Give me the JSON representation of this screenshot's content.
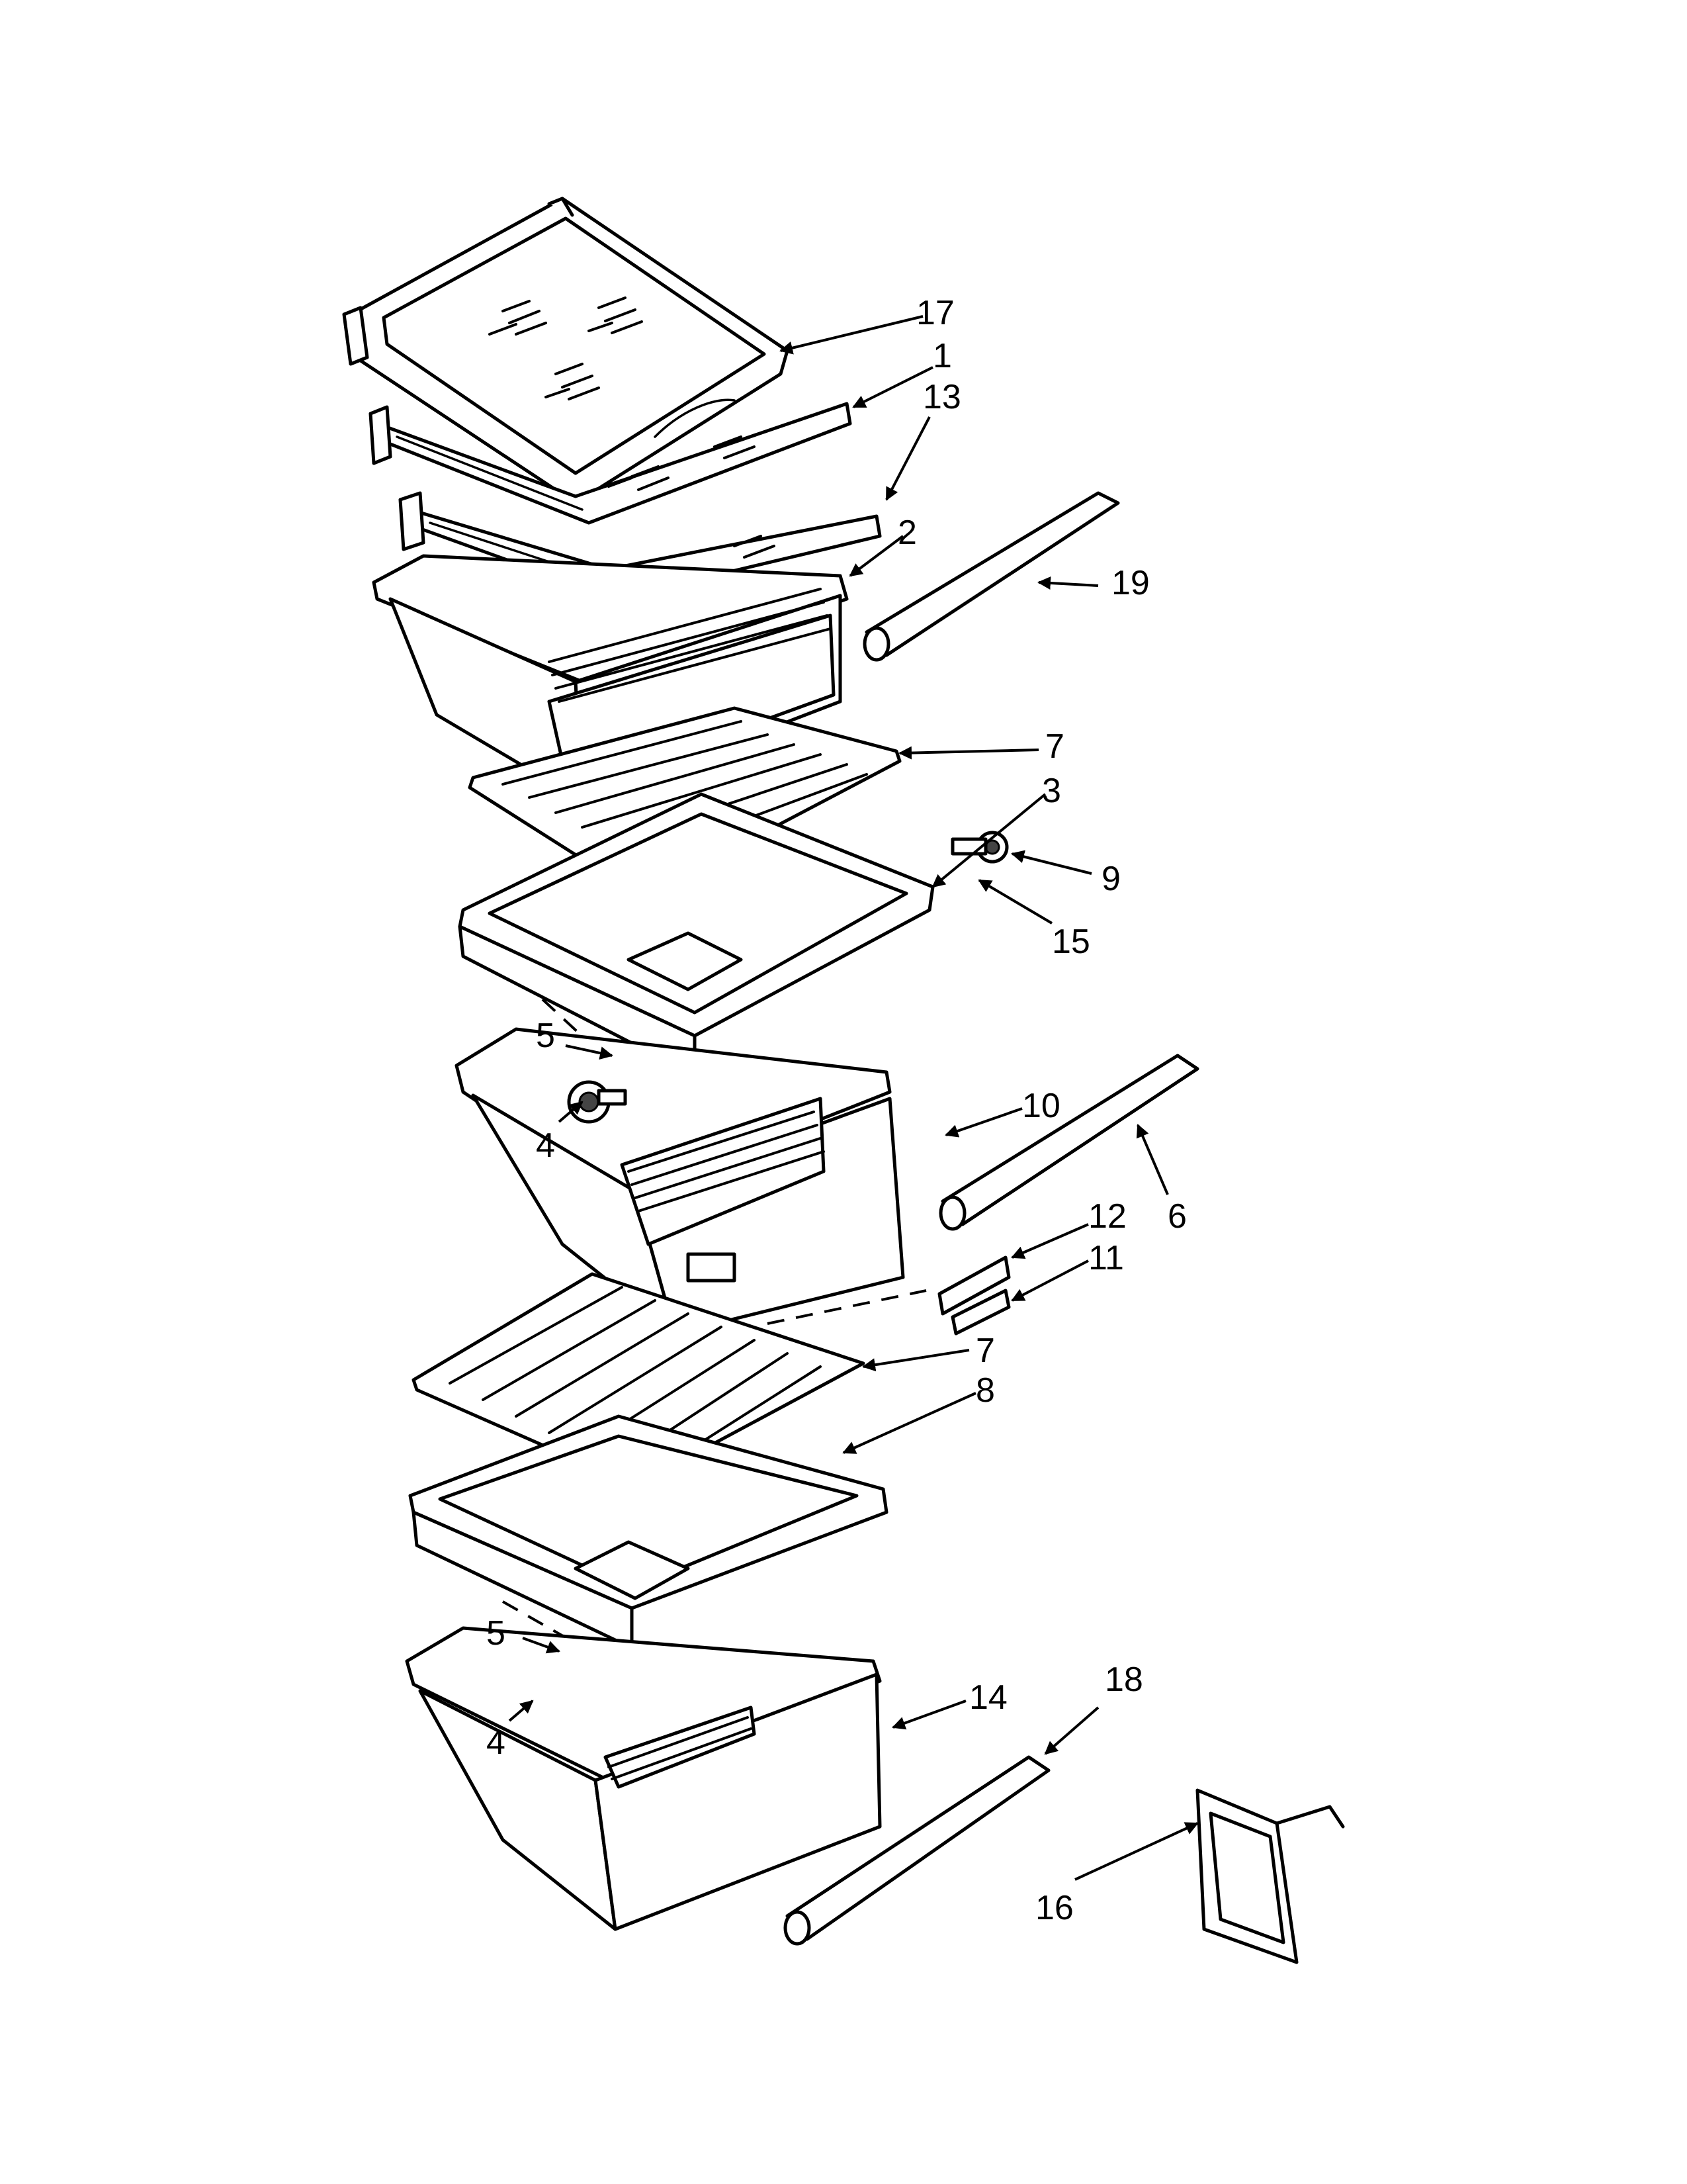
{
  "diagram": {
    "callouts": [
      {
        "id": "c17a",
        "label": "17"
      },
      {
        "id": "c1",
        "label": "1"
      },
      {
        "id": "c13",
        "label": "13"
      },
      {
        "id": "c2",
        "label": "2"
      },
      {
        "id": "c19",
        "label": "19"
      },
      {
        "id": "c7a",
        "label": "7"
      },
      {
        "id": "c3",
        "label": "3"
      },
      {
        "id": "c9",
        "label": "9"
      },
      {
        "id": "c15",
        "label": "15"
      },
      {
        "id": "c5a",
        "label": "5"
      },
      {
        "id": "c4a",
        "label": "4"
      },
      {
        "id": "c10",
        "label": "10"
      },
      {
        "id": "c6",
        "label": "6"
      },
      {
        "id": "c12",
        "label": "12"
      },
      {
        "id": "c11",
        "label": "11"
      },
      {
        "id": "c7b",
        "label": "7"
      },
      {
        "id": "c8",
        "label": "8"
      },
      {
        "id": "c5b",
        "label": "5"
      },
      {
        "id": "c4b",
        "label": "4"
      },
      {
        "id": "c14",
        "label": "14"
      },
      {
        "id": "c18",
        "label": "18"
      },
      {
        "id": "c16",
        "label": "16"
      }
    ]
  }
}
